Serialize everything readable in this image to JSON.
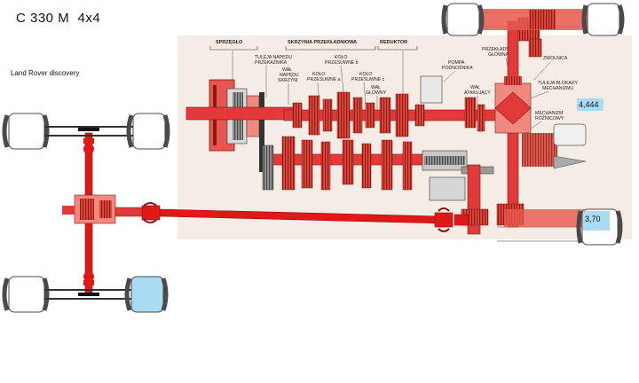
{
  "header": {
    "title": "C 330 M  4x4",
    "subtitle": "Land Rover discovery"
  },
  "labels": {
    "sprzeglo": "SPRZĘGŁO",
    "skrzynia": "SKRZYNIA PRZEKŁADNIOWA",
    "reduktor": "REDUKTOR",
    "tuleja_napedu_1": "TULEJA NAPĘDU",
    "tuleja_napedu_2": "PRZEKAŹNIKA",
    "wal_napedu_1": "WAŁ",
    "wal_napedu_2": "NAPĘDU",
    "wal_napedu_3": "SKRZYNI",
    "kolo_a_1": "KOŁO",
    "kolo_a_2": "PRZESUWNE a",
    "kolo_b_1": "KOŁO",
    "kolo_b_2": "PRZESUWNE b",
    "kolo_c_1": "KOŁO",
    "kolo_c_2": "PRZESUWNE c",
    "wal_glowny_1": "WAŁ",
    "wal_glowny_2": "GŁÓWNY",
    "pompa_1": "POMPA",
    "pompa_2": "PODNOŚNIKA",
    "wal_atak_1": "WAŁ",
    "wal_atak_2": "ATAKUJĄCY",
    "przekl_1": "PRZEKŁADNIA",
    "przekl_2": "GŁÓWNA",
    "zwolnica": "ZWOLNICA",
    "tuleja_blok_1": "TULEJA BLOKADY",
    "tuleja_blok_2": "MECHANIZMU",
    "mech_1": "MECHANIZM",
    "mech_2": "RÓŻNICOWY"
  },
  "ratios": {
    "top": "4,444",
    "bottom": "3,70"
  },
  "colors": {
    "red": "#e23a3a",
    "pink": "#f08a80",
    "drive_shaft": "#e01818",
    "highlight": "#a9dcf3",
    "tire": "#4a4a4a",
    "dark": "#333333"
  }
}
